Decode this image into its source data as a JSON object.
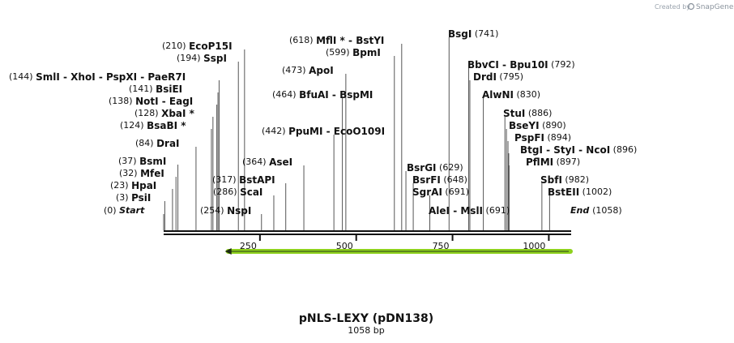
{
  "credit": {
    "prefix": "Created by",
    "brand": "SnapGene"
  },
  "plasmid": {
    "name": "pNLS-LEXY (pDN138)",
    "size": "1058 bp",
    "length": 1058
  },
  "ticks": [
    250,
    500,
    750,
    1000
  ],
  "start": {
    "pos": "(0)",
    "label": "Start"
  },
  "end": {
    "pos": "(1058)",
    "label": "End"
  },
  "feature": {
    "type": "arrow",
    "direction": "reverse",
    "start": 155,
    "end": 1058,
    "color": "#8ed11d"
  },
  "left_labels": [
    {
      "pos": "(3)",
      "names": [
        "PsiI"
      ],
      "cut": 3
    },
    {
      "pos": "(23)",
      "names": [
        "HpaI"
      ],
      "cut": 23
    },
    {
      "pos": "(32)",
      "names": [
        "MfeI"
      ],
      "cut": 32
    },
    {
      "pos": "(37)",
      "names": [
        "BsmI"
      ],
      "cut": 37
    },
    {
      "pos": "(84)",
      "names": [
        "DraI"
      ],
      "cut": 84
    },
    {
      "pos": "(124)",
      "names": [
        "BsaBI *"
      ],
      "cut": 124
    },
    {
      "pos": "(128)",
      "names": [
        "XbaI *"
      ],
      "cut": 128
    },
    {
      "pos": "(138)",
      "names": [
        "NotI",
        "EagI"
      ],
      "cut": 138
    },
    {
      "pos": "(141)",
      "names": [
        "BsiEI"
      ],
      "cut": 141
    },
    {
      "pos": "(144)",
      "names": [
        "SmlI",
        "XhoI",
        "PspXI",
        "PaeR7I"
      ],
      "cut": 144
    }
  ],
  "mid_labels": [
    {
      "pos": "(254)",
      "names": [
        "NspI"
      ],
      "cut": 254
    },
    {
      "pos": "(286)",
      "names": [
        "ScaI"
      ],
      "cut": 286
    },
    {
      "pos": "(317)",
      "names": [
        "BstAPI"
      ],
      "cut": 317
    },
    {
      "pos": "(364)",
      "names": [
        "AseI"
      ],
      "cut": 364
    },
    {
      "pos": "(442)",
      "names": [
        "PpuMI",
        "EcoO109I"
      ],
      "cut": 442
    },
    {
      "pos": "(464)",
      "names": [
        "BfuAI",
        "BspMI"
      ],
      "cut": 464
    },
    {
      "pos": "(473)",
      "names": [
        "ApoI"
      ],
      "cut": 473
    },
    {
      "pos": "(599)",
      "names": [
        "BpmI"
      ],
      "cut": 599
    },
    {
      "pos": "(618)",
      "names": [
        "MflI *",
        "BstYI"
      ],
      "cut": 618
    },
    {
      "pos": "(194)",
      "names": [
        "SspI"
      ],
      "cut": 194
    },
    {
      "pos": "(210)",
      "names": [
        "EcoP15I"
      ],
      "cut": 210
    }
  ],
  "right_labels": [
    {
      "pos": "(629)",
      "names": [
        "BsrGI"
      ],
      "cut": 629
    },
    {
      "pos": "(648)",
      "names": [
        "BsrFI"
      ],
      "cut": 648
    },
    {
      "pos": "(691)",
      "names": [
        "SgrAI"
      ],
      "cut": 691
    },
    {
      "pos": "(691)",
      "names": [
        "AleI",
        "MslI"
      ],
      "cut": 691
    },
    {
      "pos": "(741)",
      "names": [
        "BsgI"
      ],
      "cut": 741
    },
    {
      "pos": "(792)",
      "names": [
        "BbvCI",
        "Bpu10I"
      ],
      "cut": 792
    },
    {
      "pos": "(795)",
      "names": [
        "DrdI"
      ],
      "cut": 795
    },
    {
      "pos": "(830)",
      "names": [
        "AlwNI"
      ],
      "cut": 830
    },
    {
      "pos": "(886)",
      "names": [
        "StuI"
      ],
      "cut": 886
    },
    {
      "pos": "(890)",
      "names": [
        "BseYI"
      ],
      "cut": 890
    },
    {
      "pos": "(894)",
      "names": [
        "PspFI"
      ],
      "cut": 894
    },
    {
      "pos": "(896)",
      "names": [
        "BtgI",
        "StyI",
        "NcoI"
      ],
      "cut": 896
    },
    {
      "pos": "(897)",
      "names": [
        "PflMI"
      ],
      "cut": 897
    },
    {
      "pos": "(982)",
      "names": [
        "SbfI"
      ],
      "cut": 982
    },
    {
      "pos": "(1002)",
      "names": [
        "BstEII"
      ],
      "cut": 1002
    }
  ]
}
